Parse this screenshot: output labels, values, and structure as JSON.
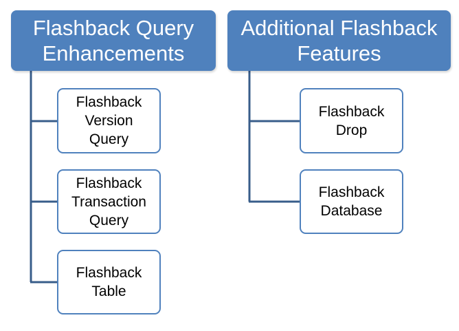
{
  "diagram": {
    "groups": [
      {
        "title": "Flashback Query\nEnhancements",
        "items": [
          "Flashback\nVersion\nQuery",
          "Flashback\nTransaction\nQuery",
          "Flashback\nTable"
        ]
      },
      {
        "title": "Additional Flashback\nFeatures",
        "items": [
          "Flashback\nDrop",
          "Flashback\nDatabase"
        ]
      }
    ],
    "colors": {
      "header_fill": "#4f81bd",
      "header_text": "#ffffff",
      "box_border": "#4f81bd",
      "connector": "#385d8a"
    }
  }
}
